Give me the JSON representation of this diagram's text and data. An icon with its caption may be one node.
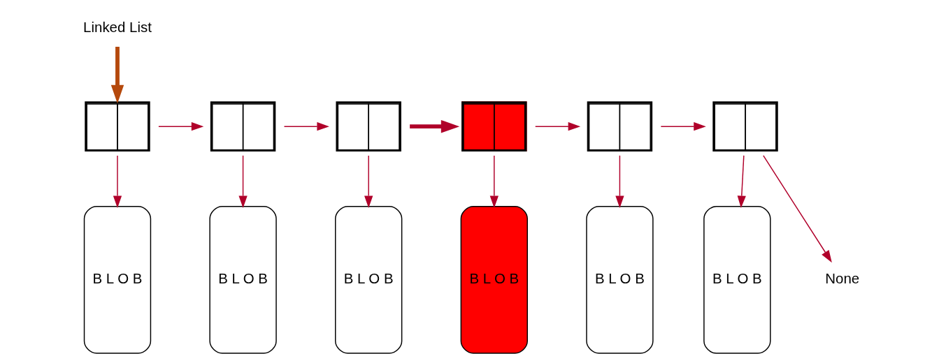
{
  "diagram": {
    "nodes": [
      {
        "text": [
          "Linked List"
        ]
      },
      {
        "text": [],
        "shape": "box"
      },
      {
        "text": [],
        "shape": "box"
      },
      {
        "text": [],
        "shape": "box"
      },
      {
        "text": [],
        "shape": "box"
      },
      {
        "text": [],
        "shape": "box"
      },
      {
        "text": [],
        "shape": "box"
      },
      {
        "text": [
          "B L O B"
        ]
      },
      {
        "text": [
          "B L O B"
        ]
      },
      {
        "text": [
          "B L O B"
        ]
      },
      {
        "text": [
          "B L O B"
        ]
      },
      {
        "text": [
          "B L O B"
        ]
      },
      {
        "text": [
          "B L O B"
        ]
      },
      {
        "text": [
          "None"
        ]
      }
    ],
    "edges": [
      {
        "from": 0,
        "to": 1,
        "arrow": "to",
        "style": "thick",
        "color": "#b5490c"
      },
      {
        "from": 1,
        "to": 2,
        "arrow": "to"
      },
      {
        "from": 2,
        "to": 3,
        "arrow": "to"
      },
      {
        "from": 3,
        "to": 4,
        "arrow": "to",
        "style": "thick"
      },
      {
        "from": 4,
        "to": 5,
        "arrow": "to"
      },
      {
        "from": 5,
        "to": 6,
        "arrow": "to"
      },
      {
        "from": 6,
        "to": 13,
        "arrow": "to"
      },
      {
        "from": 1,
        "to": 7,
        "arrow": "to"
      },
      {
        "from": 2,
        "to": 8,
        "arrow": "to"
      },
      {
        "from": 3,
        "to": 9,
        "arrow": "to"
      },
      {
        "from": 4,
        "to": 10,
        "arrow": "to"
      },
      {
        "from": 5,
        "to": 11,
        "arrow": "to"
      },
      {
        "from": 6,
        "to": 12,
        "arrow": "to"
      }
    ]
  }
}
